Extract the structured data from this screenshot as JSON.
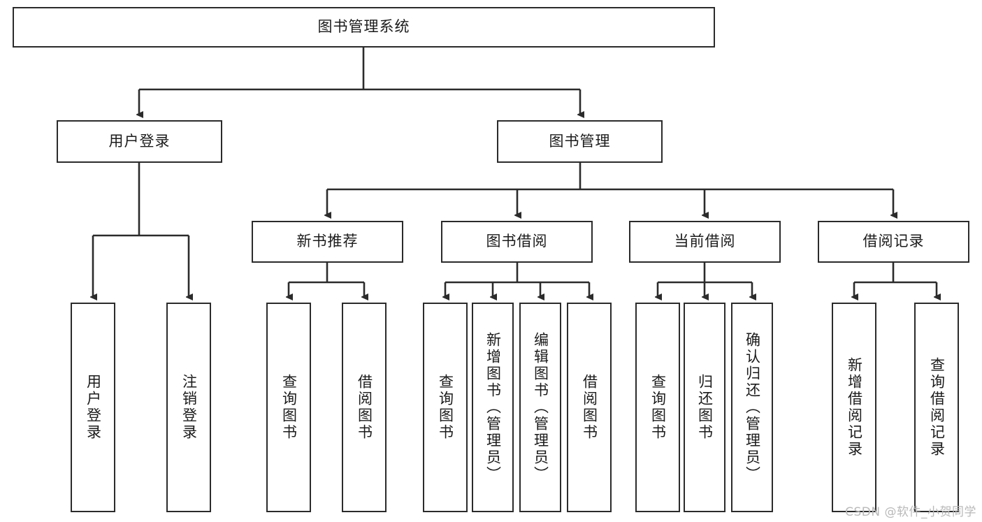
{
  "diagram": {
    "title": "图书管理系统",
    "type": "hierarchy-tree",
    "root": {
      "label": "图书管理系统"
    },
    "level1": [
      {
        "label": "用户登录"
      },
      {
        "label": "图书管理"
      }
    ],
    "level2": [
      {
        "label": "新书推荐"
      },
      {
        "label": "图书借阅"
      },
      {
        "label": "当前借阅"
      },
      {
        "label": "借阅记录"
      }
    ],
    "leaves": {
      "user_login": [
        {
          "label": "用户登录"
        },
        {
          "label": "注销登录"
        }
      ],
      "new_book_recommend": [
        {
          "label": "查询图书"
        },
        {
          "label": "借阅图书"
        }
      ],
      "book_borrow": [
        {
          "label": "查询图书"
        },
        {
          "label": "新增图书（管理员）"
        },
        {
          "label": "编辑图书（管理员）"
        },
        {
          "label": "借阅图书"
        }
      ],
      "current_borrow": [
        {
          "label": "查询图书"
        },
        {
          "label": "归还图书"
        },
        {
          "label": "确认归还（管理员）"
        }
      ],
      "borrow_record": [
        {
          "label": "新增借阅记录"
        },
        {
          "label": "查询借阅记录"
        }
      ]
    }
  },
  "watermark": {
    "text": "CSDN @软件_小贺同学"
  },
  "colors": {
    "stroke": "#2b2b2b",
    "fill": "#ffffff",
    "text": "#1b1b1b",
    "watermark": "#b9b9b9"
  }
}
